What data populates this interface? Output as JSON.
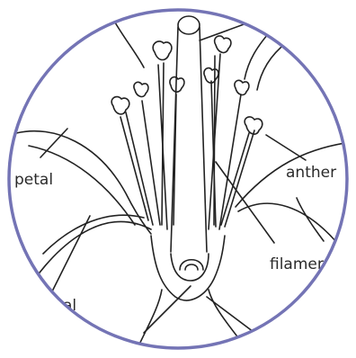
{
  "labels": {
    "petal": "petal",
    "anther": "anther",
    "filament": "filamer",
    "sepal": "al"
  },
  "colors": {
    "frame": "#7474b5",
    "ink": "#222222",
    "background": "#ffffff"
  }
}
